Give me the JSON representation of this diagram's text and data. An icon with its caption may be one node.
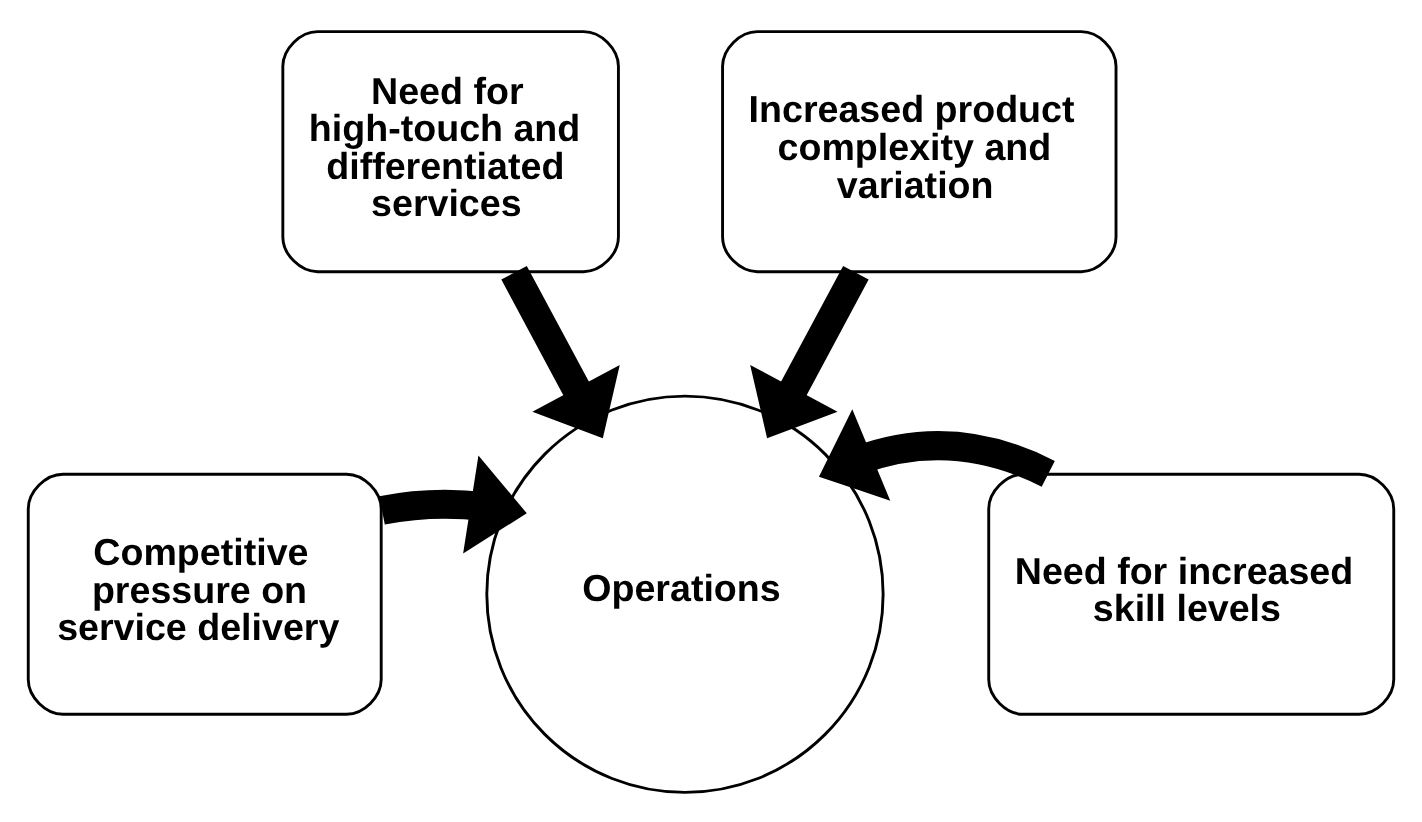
{
  "diagram": {
    "nodes": [
      {
        "text": [
          "Need for high-touch and differentiated services"
        ]
      },
      {
        "text": [
          "Increased product complexity and variation"
        ]
      },
      {
        "text": [
          "Competitive pressure on service delivery"
        ]
      },
      {
        "text": [
          "Need for increased skill levels"
        ]
      },
      {
        "text": [
          "Operations"
        ]
      }
    ],
    "edges": [
      {
        "from": 0,
        "to": 4,
        "arrow": "to"
      },
      {
        "from": 1,
        "to": 4,
        "arrow": "to"
      },
      {
        "from": 2,
        "to": 4,
        "arrow": "to"
      },
      {
        "from": 3,
        "to": 4,
        "arrow": "to"
      }
    ]
  }
}
